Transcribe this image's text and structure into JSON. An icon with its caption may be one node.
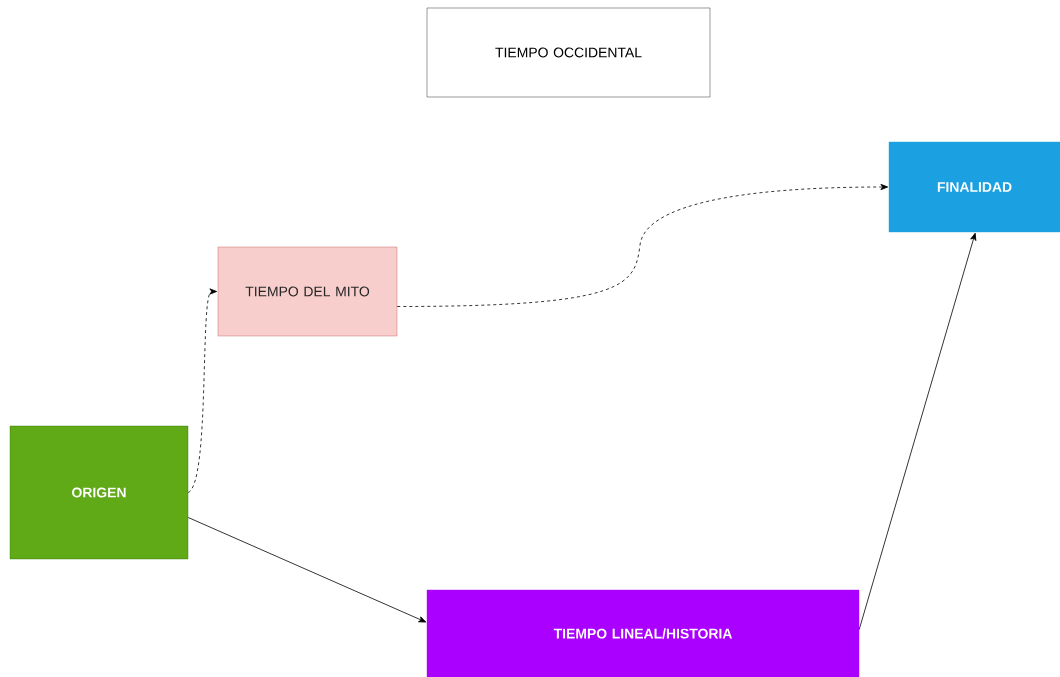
{
  "diagram": {
    "nodes": [
      {
        "text": [
          "TIEMPO OCCIDENTAL"
        ]
      },
      {
        "text": [
          "FINALIDAD"
        ]
      },
      {
        "text": [
          "TIEMPO DEL MITO"
        ]
      },
      {
        "text": [
          "ORIGEN"
        ]
      },
      {
        "text": [
          "TIEMPO LINEAL/HISTORIA"
        ]
      }
    ],
    "edges": [
      {
        "from": 3,
        "to": 2,
        "arrow": "to",
        "style": "dashed"
      },
      {
        "from": 2,
        "to": 1,
        "arrow": "to",
        "style": "dashed"
      },
      {
        "from": 3,
        "to": 4,
        "arrow": "to"
      },
      {
        "from": 4,
        "to": 1,
        "arrow": "to"
      }
    ]
  }
}
